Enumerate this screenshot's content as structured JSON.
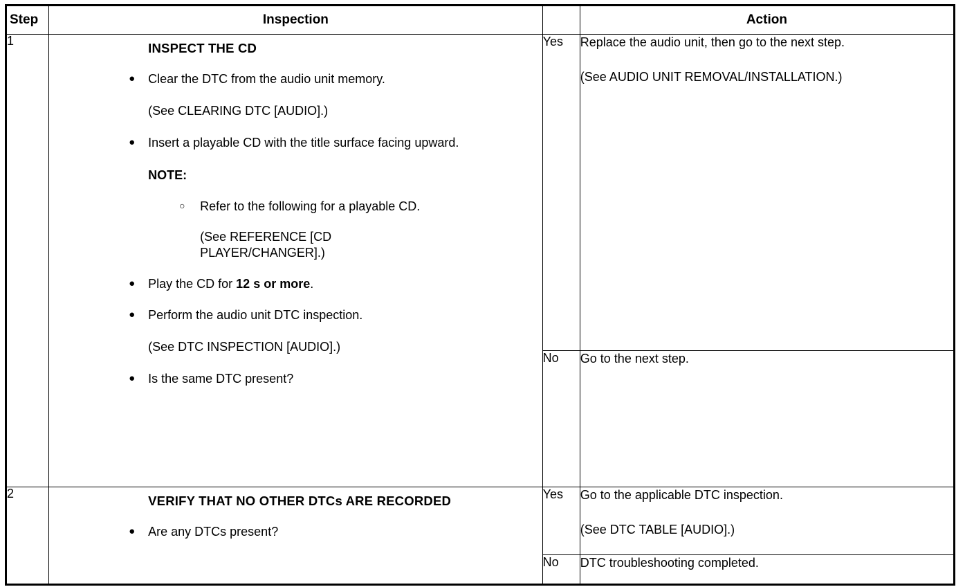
{
  "table": {
    "headers": {
      "step": "Step",
      "inspection": "Inspection",
      "action": "Action"
    },
    "bullets": {
      "filled": "●",
      "hollow": "○"
    },
    "rows": [
      {
        "step": "1",
        "inspection": {
          "title": "INSPECT THE CD",
          "items": [
            {
              "kind": "bullet",
              "text": "Clear the DTC from the audio unit memory."
            },
            {
              "kind": "subnote",
              "text": "(See CLEARING DTC [AUDIO].)"
            },
            {
              "kind": "bullet",
              "text": "Insert a playable CD with the title surface facing upward."
            },
            {
              "kind": "note-label",
              "text": "NOTE:"
            },
            {
              "kind": "hollow",
              "text": "Refer to the following for a playable CD."
            },
            {
              "kind": "hollow-sub",
              "text": "(See REFERENCE [CD PLAYER/CHANGER].)"
            },
            {
              "kind": "bullet-rich",
              "pre": "Play the CD for ",
              "bold": "12 s or more",
              "post": "."
            },
            {
              "kind": "bullet",
              "text": "Perform the audio unit DTC inspection."
            },
            {
              "kind": "subnote",
              "text": "(See DTC INSPECTION [AUDIO].)"
            },
            {
              "kind": "bullet",
              "text": "Is the same DTC present?"
            }
          ]
        },
        "results": [
          {
            "label": "Yes",
            "lines": [
              "Replace the audio unit, then go to the next step.",
              "(See AUDIO UNIT REMOVAL/INSTALLATION.)"
            ]
          },
          {
            "label": "No",
            "lines": [
              "Go to the next step."
            ]
          }
        ]
      },
      {
        "step": "2",
        "inspection": {
          "title": "VERIFY THAT NO OTHER DTCs ARE RECORDED",
          "items": [
            {
              "kind": "bullet",
              "text": "Are any DTCs present?"
            }
          ]
        },
        "results": [
          {
            "label": "Yes",
            "lines": [
              "Go to the applicable DTC inspection.",
              "(See DTC TABLE [AUDIO].)"
            ]
          },
          {
            "label": "No",
            "lines": [
              "DTC troubleshooting completed."
            ]
          }
        ]
      }
    ]
  }
}
